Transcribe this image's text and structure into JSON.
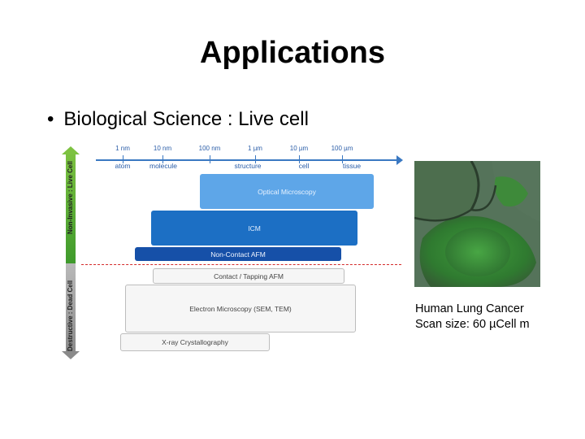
{
  "slide": {
    "title": "Applications",
    "bullet": "Biological Science : Live cell"
  },
  "diagram": {
    "scale_ticks": [
      "1 nm",
      "10 nm",
      "100 nm",
      "1 µm",
      "10 µm",
      "100 µm"
    ],
    "scale_units": [
      "atom",
      "molecule",
      "structure",
      "cell",
      "tissue"
    ],
    "axis_top_label": "Non-Invasive : Live Cell",
    "axis_bottom_label": "Destructive : Dead Cell",
    "bands": {
      "optical": "Optical Microscopy",
      "icm": "ICM",
      "ncafm": "Non-Contact AFM",
      "contact": "Contact / Tapping AFM",
      "em": "Electron Microscopy (SEM, TEM)",
      "xray": "X-ray Crystallography"
    },
    "colors": {
      "optical": "#5ea6e8",
      "icm": "#1c6fc4",
      "ncafm": "#1650a8",
      "live_arrow": "#7dc241",
      "dead_arrow": "#8a8a8a",
      "divider": "#d42b2b"
    }
  },
  "image": {
    "caption_line1": "Human Lung Cancer",
    "caption_line2": "Scan size: 60 µCell m"
  }
}
